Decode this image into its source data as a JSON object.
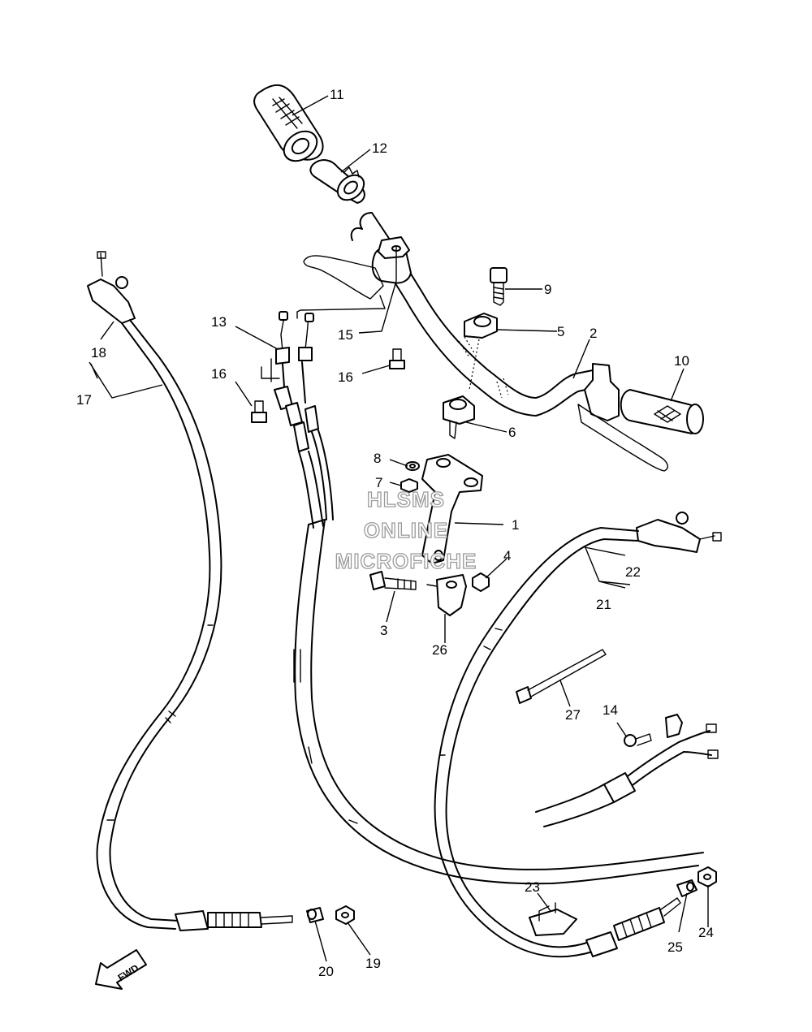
{
  "callouts": {
    "c1": "1",
    "c2": "2",
    "c3": "3",
    "c4": "4",
    "c5": "5",
    "c6": "6",
    "c7": "7",
    "c8": "8",
    "c9": "9",
    "c10": "10",
    "c11": "11",
    "c12": "12",
    "c13": "13",
    "c14": "14",
    "c15": "15",
    "c16a": "16",
    "c16b": "16",
    "c17": "17",
    "c18": "18",
    "c19": "19",
    "c20": "20",
    "c21": "21",
    "c22": "22",
    "c23": "23",
    "c24": "24",
    "c25": "25",
    "c26": "26",
    "c27": "27"
  },
  "watermark": {
    "line1": "HLSMS",
    "line2": "ONLINE",
    "line3": "MICROFICHE"
  },
  "direction_arrow": {
    "label": "FWD",
    "icon": "fwd-arrow-icon"
  }
}
